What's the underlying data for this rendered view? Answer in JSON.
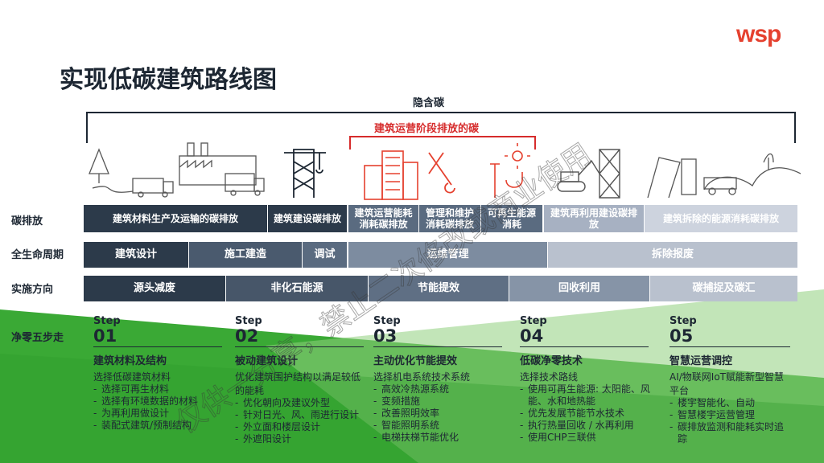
{
  "logo": "wsp",
  "title": "实现低碳建筑路线图",
  "embodied_carbon_label": "隐含碳",
  "operational_carbon_label": "建筑运营阶段排放的碳",
  "rows": {
    "emissions_label": "碳排放",
    "lifecycle_label": "全生命周期",
    "direction_label": "实施方向",
    "steps_label": "净零五步走"
  },
  "emissions": [
    {
      "label": "建筑材料生产及运输的碳排放",
      "color": "#2c3a4a"
    },
    {
      "label": "建筑建设碳排放",
      "color": "#2c3a4a"
    },
    {
      "label": "建筑运营能耗消耗碳排放",
      "color": "#5a6b80"
    },
    {
      "label": "管理和维护消耗碳排放",
      "color": "#5a6b80"
    },
    {
      "label": "可再生能源消耗",
      "color": "#5a6b80"
    },
    {
      "label": "建筑再利用建设碳排放",
      "color": "#a7b1c2"
    },
    {
      "label": "建筑拆除的能源消耗碳排放",
      "color": "#cdd3de"
    }
  ],
  "lifecycle": [
    {
      "label": "建筑设计",
      "color": "#2c3a4a"
    },
    {
      "label": "施工建造",
      "color": "#4a5a6e"
    },
    {
      "label": "调试",
      "color": "#5a6b80"
    },
    {
      "label": "运维管理",
      "color": "#7d8ca0"
    },
    {
      "label": "拆除报废",
      "color": "#b9c1ce"
    }
  ],
  "direction": [
    {
      "label": "源头减废",
      "color": "#2c3a4a"
    },
    {
      "label": "非化石能源",
      "color": "#475669"
    },
    {
      "label": "节能提效",
      "color": "#5f6f84"
    },
    {
      "label": "回收利用",
      "color": "#8694a7"
    },
    {
      "label": "碳捕捉及碳汇",
      "color": "#b9c1ce"
    }
  ],
  "steps": [
    {
      "word": "Step",
      "num": "01",
      "title": "建筑材料及结构",
      "sub": "选择低碳建筑材料",
      "items": [
        "选择可再生材料",
        "选择有环境数据的材料",
        "为再利用做设计",
        "装配式建筑/预制结构"
      ]
    },
    {
      "word": "Step",
      "num": "02",
      "title": "被动建筑设计",
      "sub": "优化建筑围护结构以满足较低的能耗",
      "items": [
        "优化朝向及建议外型",
        "针对日光、风、雨进行设计",
        "外立面和楼层设计",
        "外遮阳设计"
      ]
    },
    {
      "word": "Step",
      "num": "03",
      "title": "主动优化节能提效",
      "sub": "选择机电系统技术系统",
      "items": [
        "高效冷热源系统",
        "变频措施",
        "改善照明效率",
        "智能照明系统",
        "电梯扶梯节能优化"
      ]
    },
    {
      "word": "Step",
      "num": "04",
      "title": "低碳净零技术",
      "sub": "选择技术路线",
      "items": [
        "使用可再生能源: 太阳能、风能、水和地热能",
        "优先发展节能节水技术",
        "执行热量回收 / 水再利用",
        "使用CHP三联供"
      ]
    },
    {
      "word": "Step",
      "num": "05",
      "title": "智慧运营调控",
      "sub": "AI/物联网IoT赋能新型智慧平台",
      "items": [
        "楼宇智能化、自动",
        "智慧楼宇运营管理",
        "碳排放监测和能耗实时追踪"
      ]
    }
  ],
  "watermark": "仅供一分享，禁止二次修改或商业使用",
  "colors": {
    "green": "#3aa935",
    "light_green": "#a9d99a",
    "red": "#e5412f",
    "navy": "#2c3a4a"
  }
}
